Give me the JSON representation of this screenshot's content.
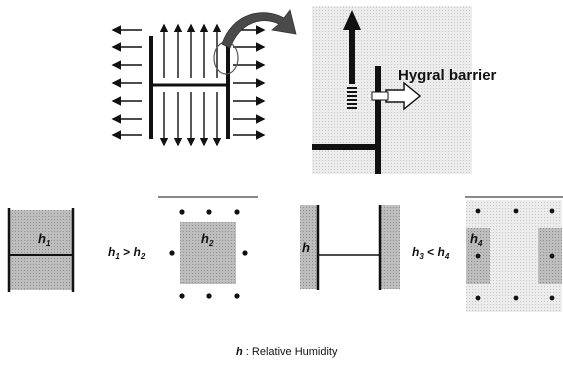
{
  "labels": {
    "hygral_barrier": "Hygral barrier",
    "h1": "h",
    "h1_sub": "1",
    "h2": "h",
    "h2_sub": "2",
    "h3_box": "h",
    "h4": "h",
    "h4_sub": "4",
    "relation_1": {
      "a": "h",
      "a_sub": "1",
      "op": " > ",
      "b": "h",
      "b_sub": "2"
    },
    "relation_2": {
      "a": "h",
      "a_sub": "3",
      "op": " < ",
      "b": "h",
      "b_sub": "4"
    },
    "legend": {
      "symbol": "h",
      "text": " : Relative Humidity"
    }
  },
  "colors": {
    "ink": "#111111",
    "shade": "#b9b9b9",
    "light_shade": "#e3e3e3",
    "curved_arrow": "#4a4a4a"
  }
}
